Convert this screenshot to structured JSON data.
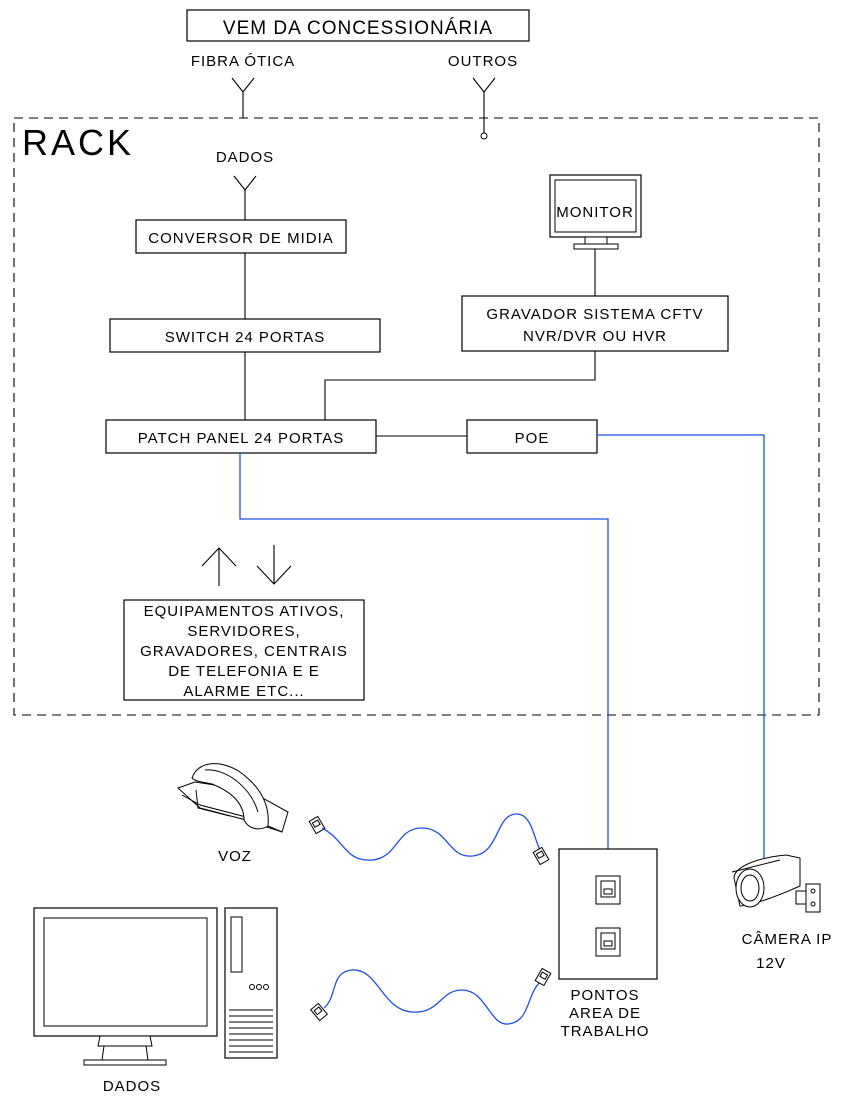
{
  "concessionaria": {
    "title": "VEM DA CONCESSIONÁRIA",
    "fibra": "FIBRA ÓTICA",
    "outros": "OUTROS"
  },
  "rack": {
    "label": "RACK",
    "dados": "DADOS"
  },
  "boxes": {
    "conversor": "CONVERSOR DE MIDIA",
    "switch": "SWITCH 24 PORTAS",
    "patch": "PATCH PANEL 24 PORTAS",
    "poe": "POE",
    "monitor": "MONITOR",
    "gravador_line1": "GRAVADOR SISTEMA CFTV",
    "gravador_line2": "NVR/DVR OU HVR",
    "equip_lines": [
      "EQUIPAMENTOS ATIVOS,",
      "SERVIDORES,",
      "GRAVADORES, CENTRAIS",
      "DE TELEFONIA E  E",
      "ALARME ETC..."
    ]
  },
  "devices": {
    "voz": "VOZ",
    "dados": "DADOS",
    "camera_line1": "CÂMERA IP",
    "camera_line2": "12V",
    "pontos_lines": [
      "PONTOS",
      "AREA DE",
      "TRABALHO"
    ]
  },
  "colors": {
    "line": "#000000",
    "cable": "#2050e0",
    "background": "#ffffff"
  },
  "icons": [
    "telephone-icon",
    "desktop-computer-icon",
    "ip-camera-icon",
    "wall-outlet-icon",
    "rj45-connector-icon",
    "monitor-icon",
    "antenna-icon",
    "arrow-up-icon",
    "arrow-down-icon"
  ]
}
